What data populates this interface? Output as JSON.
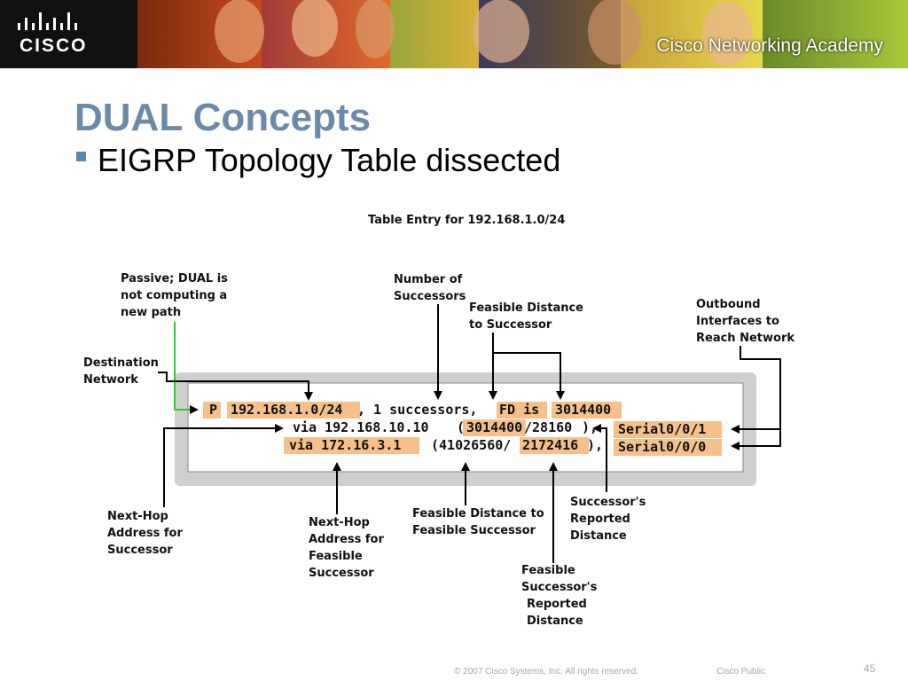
{
  "header": {
    "logo_text": "CISCO",
    "academy_text": "Cisco Networking Academy"
  },
  "slide": {
    "title": "DUAL Concepts",
    "bullet": "EIGRP Topology Table dissected"
  },
  "diagram": {
    "table_title": "Table Entry for 192.168.1.0/24",
    "entry": {
      "state": "P",
      "network": "192.168.1.0/24",
      "successors_text": ", 1 successors,",
      "fd_label": "FD is",
      "fd_value": "3014400",
      "via1_prefix": "via 192.168.10.10",
      "via1_open": "(",
      "via1_fd": "3014400",
      "via1_rd": "/28160",
      "via1_close": "),",
      "via2": "via 172.16.3.1",
      "via2_fd": "(41026560/",
      "via2_rd": "2172416",
      "via2_close": "),",
      "iface1": "Serial0/0/1",
      "iface2": "Serial0/0/0"
    },
    "annotations": {
      "passive": [
        "Passive; DUAL is",
        "not computing a",
        "new path"
      ],
      "destination": [
        "Destination",
        "Network"
      ],
      "num_successors": [
        "Number of",
        "Successors"
      ],
      "fd_to_successor": [
        "Feasible Distance",
        "to Successor"
      ],
      "outbound": [
        "Outbound",
        "Interfaces to",
        "Reach Network"
      ],
      "nexthop_successor": [
        "Next-Hop",
        "Address for",
        "Successor"
      ],
      "nexthop_fs": [
        "Next-Hop",
        "Address for",
        "Feasible",
        "Successor"
      ],
      "fd_to_fs": [
        "Feasible Distance to",
        "Feasible Successor"
      ],
      "successor_rd": [
        "Successor's",
        "Reported",
        "Distance"
      ],
      "fs_rd": [
        "Feasible",
        "Successor's",
        "Reported",
        "Distance"
      ]
    }
  },
  "footer": {
    "copyright": "© 2007 Cisco Systems, Inc. All rights reserved.",
    "classification": "Cisco Public",
    "page": "45"
  }
}
